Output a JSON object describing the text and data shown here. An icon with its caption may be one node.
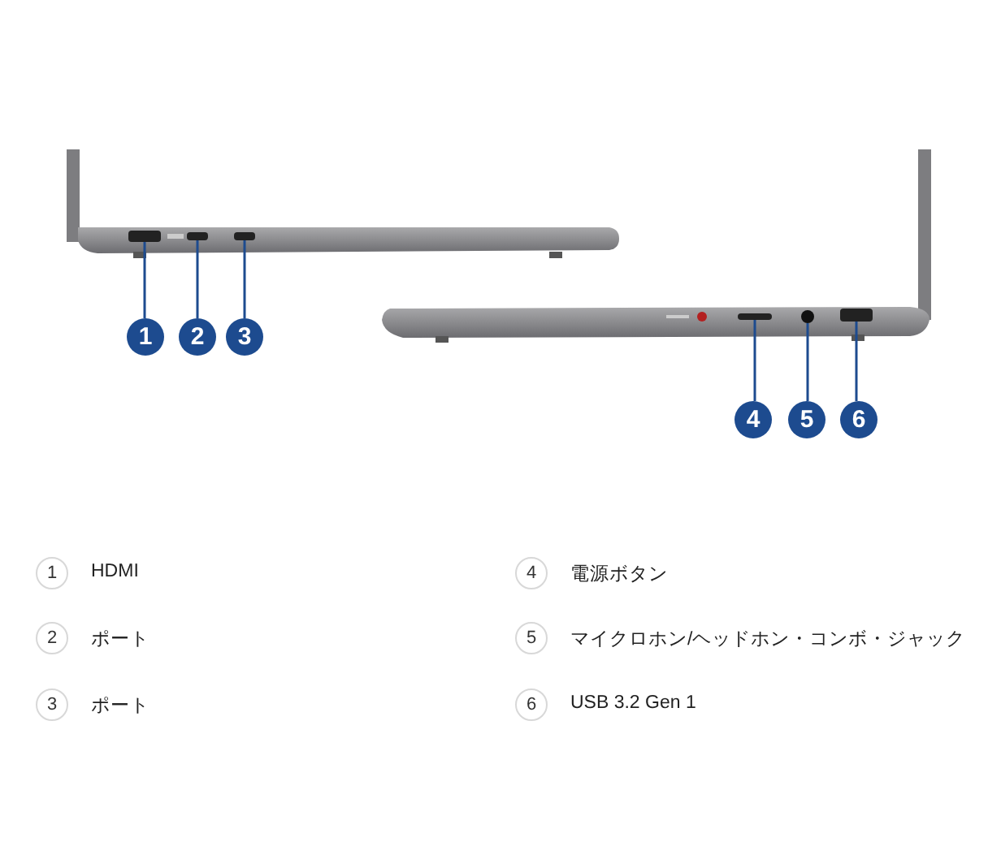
{
  "diagram": {
    "nodes": [
      {
        "text": [
          "1"
        ]
      },
      {
        "text": [
          "2"
        ]
      },
      {
        "text": [
          "3"
        ]
      },
      {
        "text": [
          "4"
        ]
      },
      {
        "text": [
          "5"
        ]
      },
      {
        "text": [
          "6"
        ]
      },
      {
        "text": [],
        "shape": "box"
      },
      {
        "text": [],
        "shape": "box"
      },
      {
        "text": [],
        "shape": "box"
      },
      {
        "text": [],
        "shape": "box"
      },
      {
        "text": [],
        "shape": "circle"
      },
      {
        "text": [],
        "shape": "box"
      },
      {
        "text": [
          "1"
        ],
        "beside": [
          "HDMI"
        ]
      },
      {
        "text": [
          "4"
        ],
        "beside": [
          "電源ボタン"
        ]
      },
      {
        "text": [
          "2"
        ],
        "beside": [
          "ポート"
        ]
      },
      {
        "text": [
          "5"
        ],
        "beside": [
          "マイクロホン/ヘッドホン・コンボ・ジャック"
        ]
      },
      {
        "text": [
          "3"
        ],
        "beside": [
          "ポート"
        ]
      },
      {
        "text": [
          "6"
        ],
        "beside": [
          "USB 3.2 Gen 1"
        ]
      }
    ],
    "edges": [
      {
        "from": 0,
        "to": 6,
        "arrow": "none"
      },
      {
        "from": 1,
        "to": 7,
        "arrow": "none"
      },
      {
        "from": 2,
        "to": 8,
        "arrow": "none"
      },
      {
        "from": 3,
        "to": 9,
        "arrow": "none"
      },
      {
        "from": 4,
        "to": 10,
        "arrow": "none"
      },
      {
        "from": 5,
        "to": 11,
        "arrow": "none"
      }
    ]
  }
}
